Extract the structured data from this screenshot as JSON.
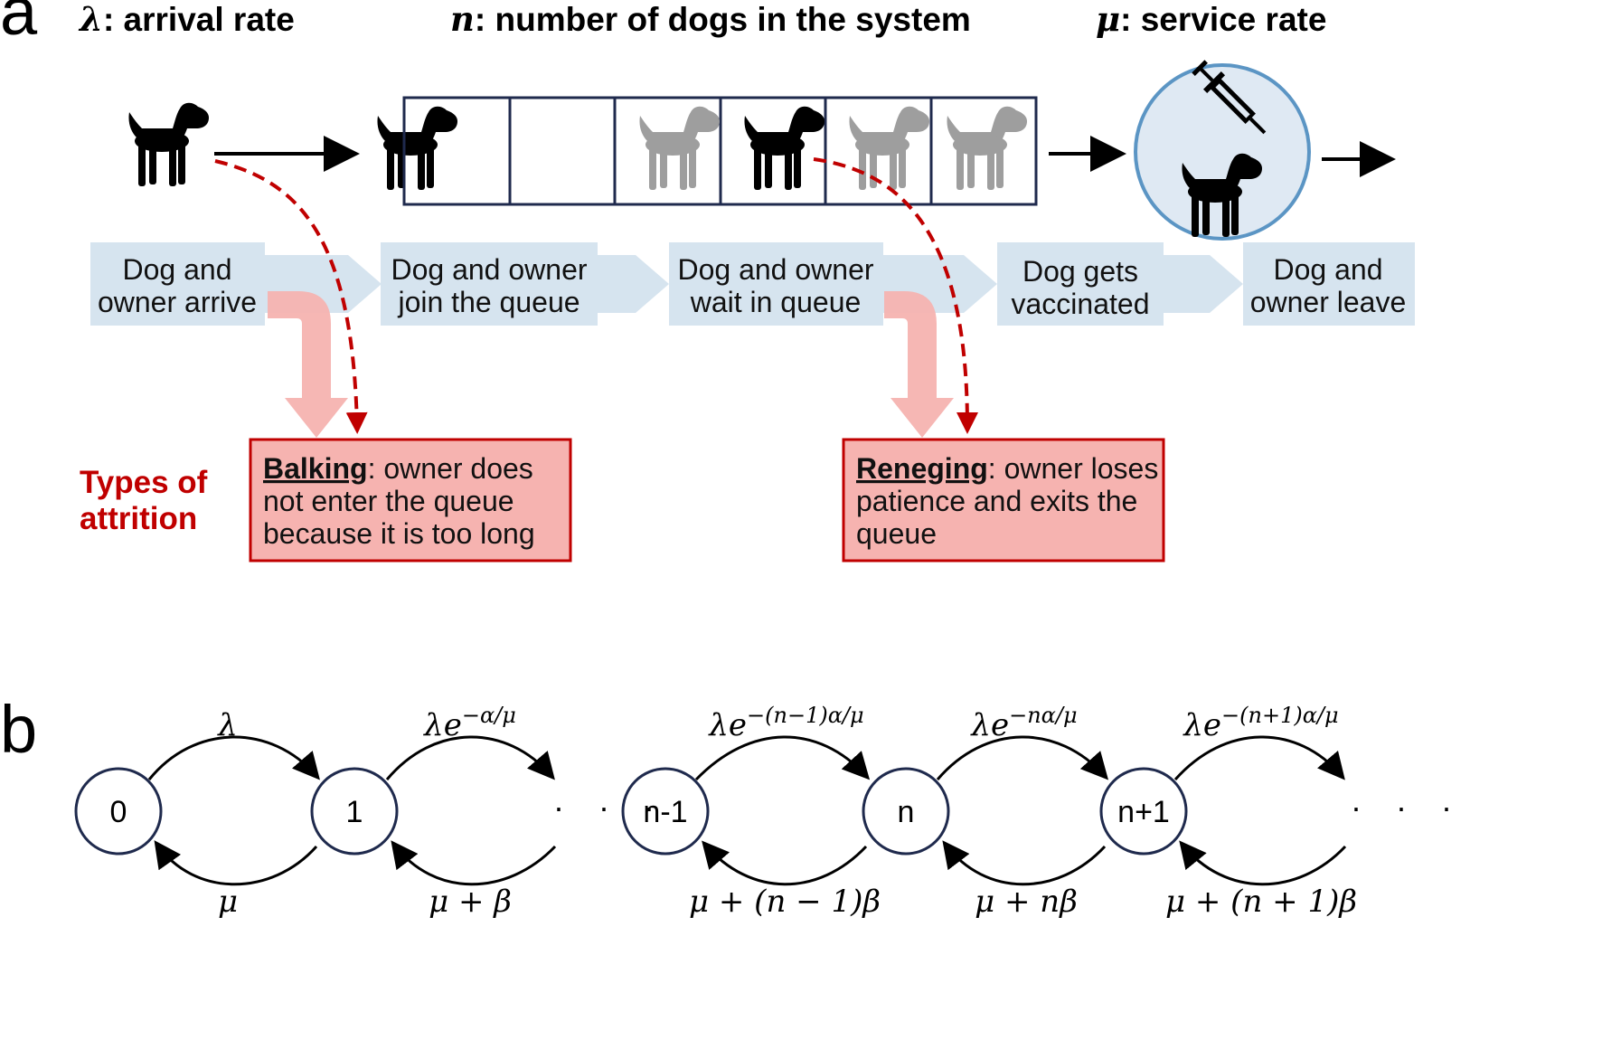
{
  "panel_a": {
    "label": "a",
    "headers": {
      "arrival": {
        "symbol": "λ",
        "text": ": arrival rate"
      },
      "system": {
        "symbol": "n",
        "text": ": number of dogs in the system"
      },
      "service": {
        "symbol": "μ",
        "text": ": service rate"
      }
    },
    "steps": [
      {
        "lines": [
          "Dog and",
          "owner arrive"
        ]
      },
      {
        "lines": [
          "Dog and owner",
          "join the queue"
        ]
      },
      {
        "lines": [
          "Dog and owner",
          "wait in queue"
        ]
      },
      {
        "lines": [
          "Dog gets",
          "vaccinated"
        ]
      },
      {
        "lines": [
          "Dog and",
          "owner leave"
        ]
      }
    ],
    "attrition_label": [
      "Types of",
      "attrition"
    ],
    "balking": {
      "key": "Balking",
      "lines": [
        ": owner does",
        "not enter the queue",
        "because it is too long"
      ]
    },
    "reneging": {
      "key": "Reneging",
      "lines": [
        ": owner loses",
        "patience and exits the",
        "queue"
      ]
    },
    "queue_slots": [
      "dog-black",
      "empty",
      "dog-gray",
      "dog-black",
      "dog-gray",
      "dog-gray"
    ],
    "colors": {
      "step_fill": "#d6e4ef",
      "attrition_fill": "#f6b3b0",
      "attrition_border": "#c00000",
      "queue_border": "#1f2a4d",
      "service_fill": "#dfe9f3",
      "service_border": "#5b95c4"
    }
  },
  "panel_b": {
    "label": "b",
    "states": [
      "0",
      "1",
      "n-1",
      "n",
      "n+1"
    ],
    "forward_rates": [
      "λ",
      "λe",
      "λe",
      "λe",
      "λe"
    ],
    "forward_exponents": [
      "",
      "−α/μ",
      "−(n−1)α/μ",
      "−nα/μ",
      "−(n+1)α/μ"
    ],
    "backward_rates": [
      "μ",
      "μ + β",
      "μ + (n − 1)β",
      "μ + nβ",
      "μ + (n + 1)β"
    ],
    "ellipsis": "· · ·"
  }
}
